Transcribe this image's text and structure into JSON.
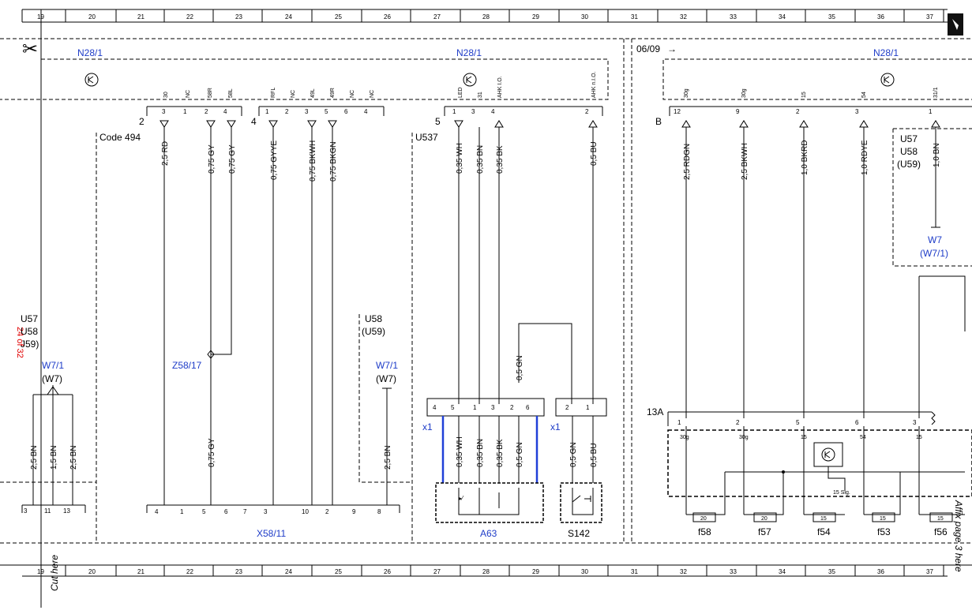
{
  "ruler": {
    "numbers": [
      "19",
      "20",
      "21",
      "22",
      "23",
      "24",
      "25",
      "26",
      "27",
      "28",
      "29",
      "30",
      "31",
      "32",
      "33",
      "34",
      "35",
      "36",
      "37"
    ]
  },
  "labels": {
    "n28_left": "N28/1",
    "n28_mid": "N28/1",
    "n28_right": "N28/1",
    "date_code": "06/09",
    "code494": "Code 494",
    "u537": "U537",
    "z58": "Z58/17",
    "x58": "X58/11",
    "a63": "A63",
    "s142": "S142",
    "f58": "f58",
    "f57": "f57",
    "f54": "f54",
    "f53": "f53",
    "f56": "f56",
    "w7_left": "W7/1",
    "w7_left_alt": "(W7)",
    "w7_mid": "W7/1",
    "w7_mid_alt": "(W7)",
    "w7_right": "W7",
    "w7_right_alt": "(W7/1)",
    "u57_left": "U57",
    "u58_left": "U58",
    "u59_left": "J59)",
    "u58_mid": "U58",
    "u59_mid": "(U59)",
    "u57_right": "U57",
    "u58_right": "U58",
    "u59_right": "(U59)",
    "red_side": "24 of 32",
    "cut_here": "Cut here",
    "affix": "Affix page 3 here",
    "x1_a": "x1",
    "x1_b": "x1",
    "conn2": "2",
    "conn4": "4",
    "conn5": "5",
    "connB": "B",
    "c13a": "13A",
    "sig15": "15 Sig."
  },
  "wires": {
    "w1": "2,5 RD",
    "w2": "0,75 GY",
    "w3": "0,75 GY",
    "w4": "0,75 GYYE",
    "w5": "0,75 BKWH",
    "w6": "0,75 BKGN",
    "w7": "0,35 WH",
    "w8": "0,35 BN",
    "w9": "0,35 BK",
    "w10": "0,5 BU",
    "w11": "2,5 RDGN",
    "w12": "2,5 BKWH",
    "w13": "1,0 BKRD",
    "w14": "1,0 RDYE",
    "w15": "1,0 BN",
    "w16": "0,5 GN",
    "w17": "0,75 GY",
    "w18": "2,5 BN",
    "w19": "0,35 WH",
    "w20": "0,35 BN",
    "w21": "0,35 BK",
    "w22": "0,5 GN",
    "w23": "0,5 GN",
    "w24": "0,5 BU",
    "w25": "2,5 BN",
    "w26": "1,5 BN",
    "w27": "2,5 BN"
  },
  "pins": {
    "p30": "30",
    "pNC1": "NC",
    "p58R": "58R",
    "p58L": "58L",
    "pRFL": "RFL",
    "pNC2": "NC",
    "p49L": "49L",
    "p49R": "49R",
    "pNC3": "NC",
    "pNC4": "NC",
    "pLED": "LED",
    "p31": "31",
    "pAHK": "AHK I.O.",
    "pAHK2": "AHK n.I.O.",
    "p30g": "30g",
    "p30g2": "30g",
    "p15": "15",
    "p54": "54",
    "p31_1": "31/1",
    "f58v": "20",
    "f57v": "20",
    "f54v": "15",
    "f53v": "15",
    "f56v": "15",
    "b30g": "30g",
    "b30g2": "30g",
    "b15": "15",
    "b54": "54",
    "b15b": "15"
  },
  "pin_numbers": {
    "c2": [
      "3",
      "1",
      "2",
      "4"
    ],
    "c4": [
      "1",
      "2",
      "3",
      "5",
      "6",
      "4"
    ],
    "c5": [
      "1",
      "3",
      "4",
      "2"
    ],
    "cB": [
      "12",
      "9",
      "2",
      "3",
      "1"
    ],
    "x1a": [
      "4",
      "5",
      "1",
      "3",
      "2",
      "6"
    ],
    "x1b": [
      "2",
      "1"
    ],
    "f13a": [
      "1",
      "2",
      "5",
      "6",
      "3"
    ],
    "x58": [
      "4",
      "1",
      "5",
      "6",
      "7",
      "3",
      "10",
      "2",
      "9",
      "8"
    ],
    "left": [
      "3",
      "11",
      "13"
    ]
  }
}
